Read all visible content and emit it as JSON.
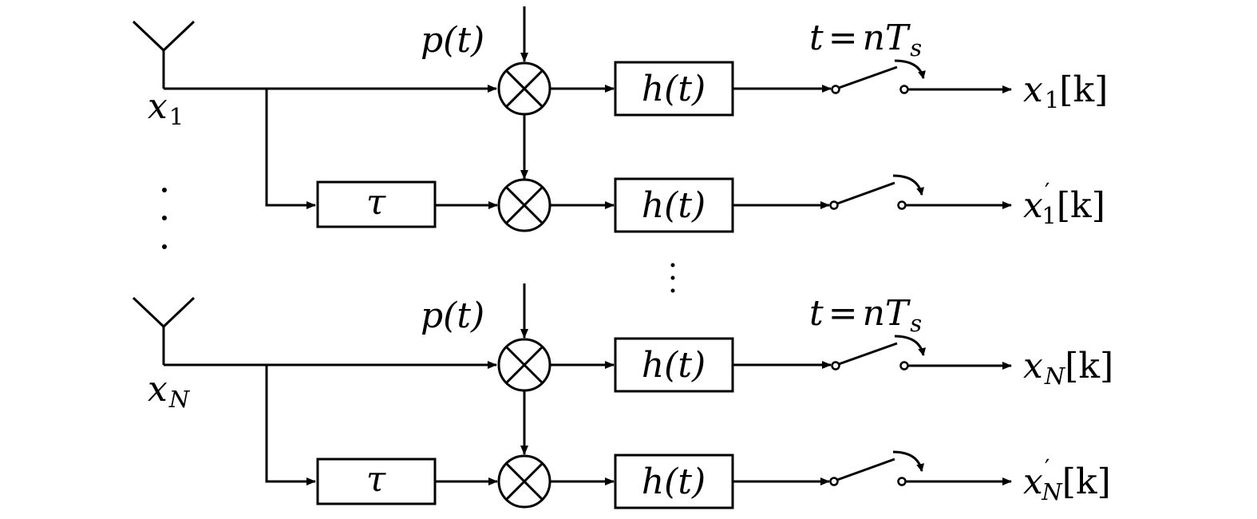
{
  "antennas": [
    {
      "label": "x",
      "sub": "1"
    },
    {
      "label": "x",
      "sub": "N"
    }
  ],
  "pulse_label": "p(t)",
  "sampling_label": {
    "lhs": "t",
    "eq": "=",
    "rhs": "nT",
    "sub": "s"
  },
  "delay_label": "τ",
  "filter_label": "h(t)",
  "outputs": [
    {
      "base": "x",
      "sub": "1",
      "prime": false,
      "suffix": "[k]"
    },
    {
      "base": "x",
      "sub": "1",
      "prime": true,
      "suffix": "[k]"
    },
    {
      "base": "x",
      "sub": "N",
      "prime": false,
      "suffix": "[k]"
    },
    {
      "base": "x",
      "sub": "N",
      "prime": true,
      "suffix": "[k]"
    }
  ]
}
